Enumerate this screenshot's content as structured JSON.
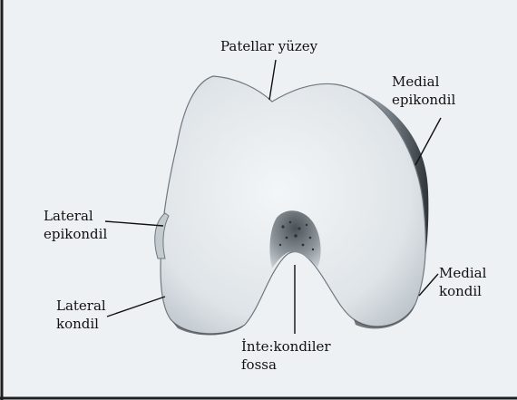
{
  "figure": {
    "colors": {
      "background": "#eef1f4",
      "bone": "#dfe4e8",
      "bone_shade": "#aab3ba",
      "bone_dark": "#3a4046",
      "fossa": "#6b7278",
      "leader": "#111111",
      "frame": "#1f1f1f"
    },
    "labels": {
      "patellar": "Patellar yüzey",
      "medial_epikondil": [
        "Medial",
        "epikondil"
      ],
      "lateral_epikondil": [
        "Lateral",
        "epikondil"
      ],
      "medial_kondil": [
        "Medial",
        "kondil"
      ],
      "lateral_kondil": [
        "Lateral",
        "kondil"
      ],
      "interkondiler": [
        "İnte:kondiler",
        "fossa"
      ]
    }
  }
}
